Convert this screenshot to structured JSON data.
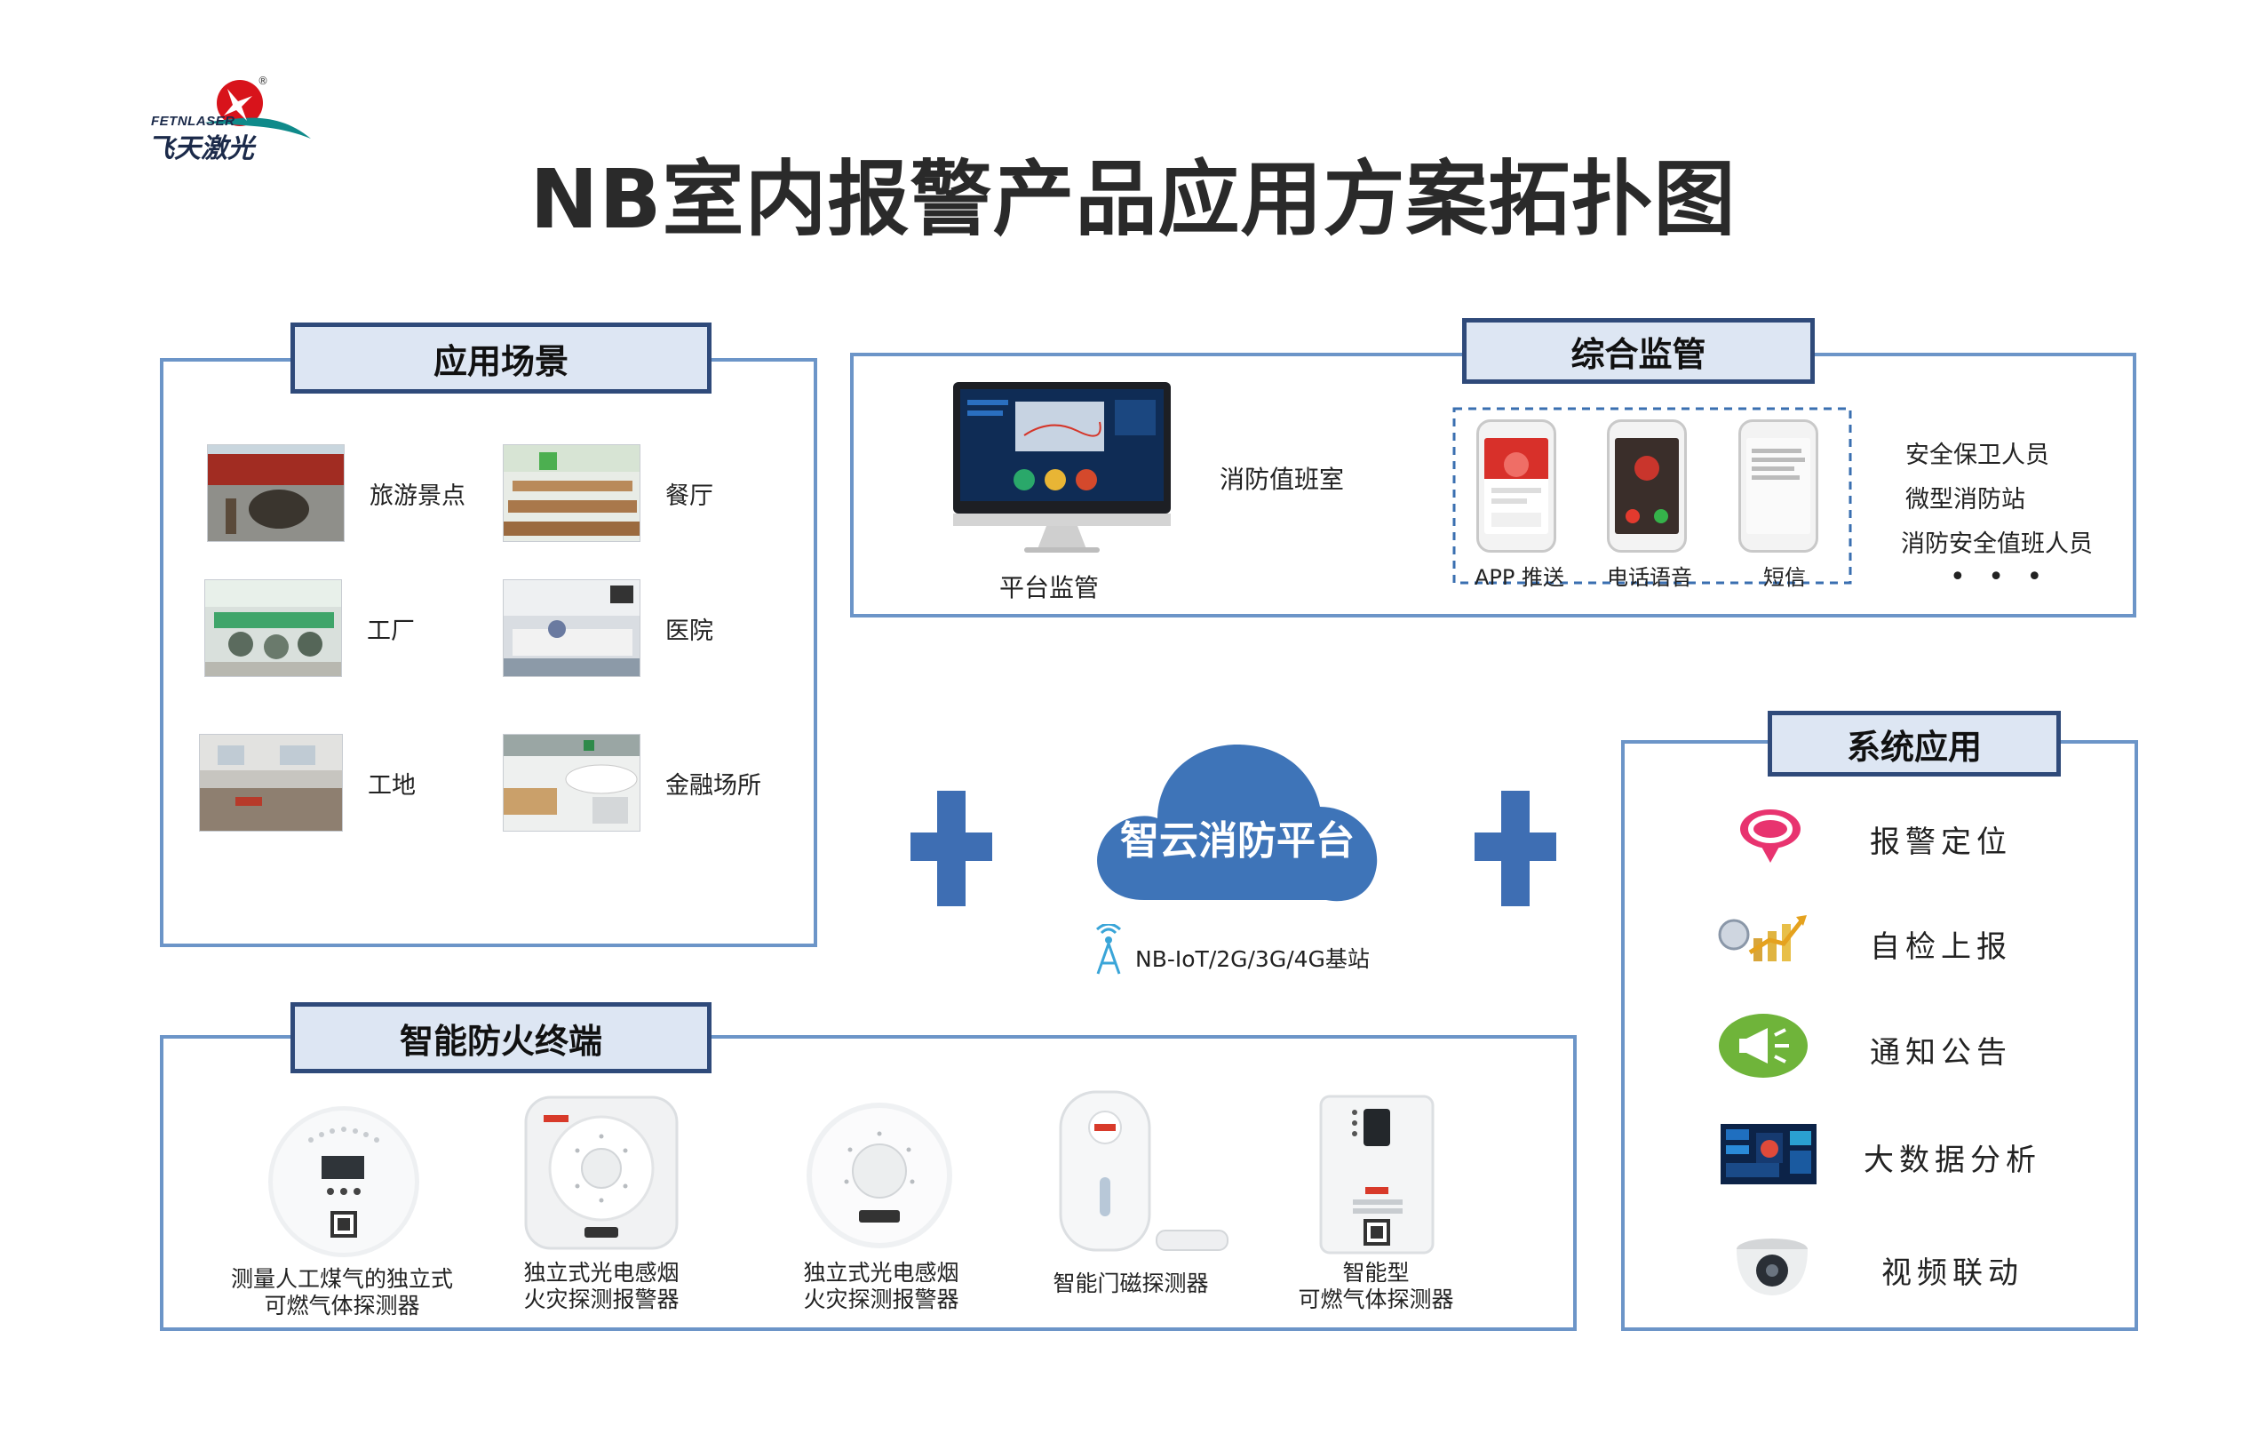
{
  "logo": {
    "en": "FETNLASER",
    "cn": "飞天激光",
    "registered": "®"
  },
  "title": "NB室内报警产品应用方案拓扑图",
  "scenes": {
    "header": "应用场景",
    "items": [
      {
        "label": "旅游景点"
      },
      {
        "label": "餐厅"
      },
      {
        "label": "工厂"
      },
      {
        "label": "医院"
      },
      {
        "label": "工地"
      },
      {
        "label": "金融场所"
      }
    ]
  },
  "monitoring": {
    "header": "综合监管",
    "duty_room": "消防值班室",
    "platform_label": "平台监管",
    "channels": [
      {
        "label": "APP 推送"
      },
      {
        "label": "电话语音"
      },
      {
        "label": "短信"
      }
    ],
    "personnel": [
      "安全保卫人员",
      "微型消防站",
      "消防安全值班人员"
    ],
    "ellipsis": "• • •"
  },
  "cloud": {
    "name": "智云消防平台",
    "network": "NB-IoT/2G/3G/4G基站"
  },
  "system": {
    "header": "系统应用",
    "items": [
      {
        "label": "报警定位",
        "icon": "location-pin-icon"
      },
      {
        "label": "自检上报",
        "icon": "trend-chart-icon"
      },
      {
        "label": "通知公告",
        "icon": "megaphone-icon"
      },
      {
        "label": "大数据分析",
        "icon": "dashboard-icon"
      },
      {
        "label": "视频联动",
        "icon": "camera-icon"
      }
    ]
  },
  "terminals": {
    "header": "智能防火终端",
    "devices": [
      {
        "line1": "测量人工煤气的独立式",
        "line2": "可燃气体探测器"
      },
      {
        "line1": "独立式光电感烟",
        "line2": "火灾探测报警器"
      },
      {
        "line1": "独立式光电感烟",
        "line2": "火灾探测报警器"
      },
      {
        "line1": "智能门磁探测器",
        "line2": ""
      },
      {
        "line1": "智能型",
        "line2": "可燃气体探测器"
      }
    ]
  },
  "colors": {
    "panel_border": "#6c95c8",
    "tab_border": "#2f4a7a",
    "tab_fill": "#dde6f3",
    "cloud": "#3e74b8",
    "plus": "#3e6eb3"
  }
}
